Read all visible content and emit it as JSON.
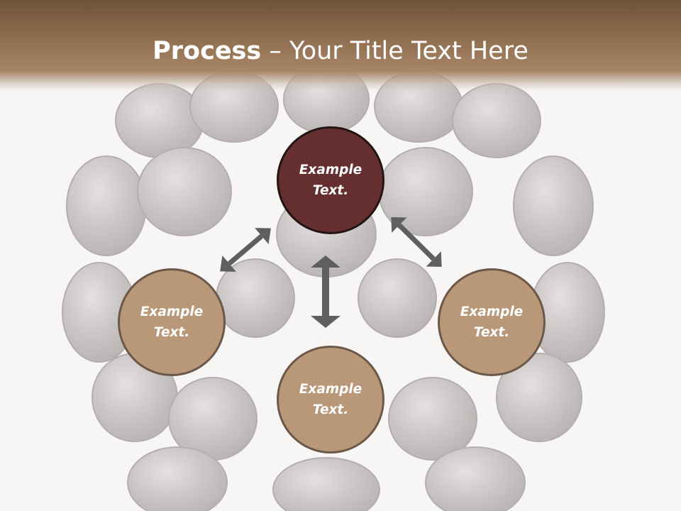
{
  "header": {
    "title_strong": "Process",
    "title_rest": " – Your Title Text Here"
  },
  "diagram": {
    "nodes": [
      {
        "id": "top",
        "label": "Example\nText."
      },
      {
        "id": "left",
        "label": "Example\nText."
      },
      {
        "id": "bottom",
        "label": "Example\nText."
      },
      {
        "id": "right",
        "label": "Example\nText."
      }
    ]
  },
  "colors": {
    "header": "#8e6d4f",
    "primary_node": "#652f30",
    "secondary_node": "#b89878",
    "arrow": "#5f5f5f",
    "background_image": "blackberry"
  }
}
